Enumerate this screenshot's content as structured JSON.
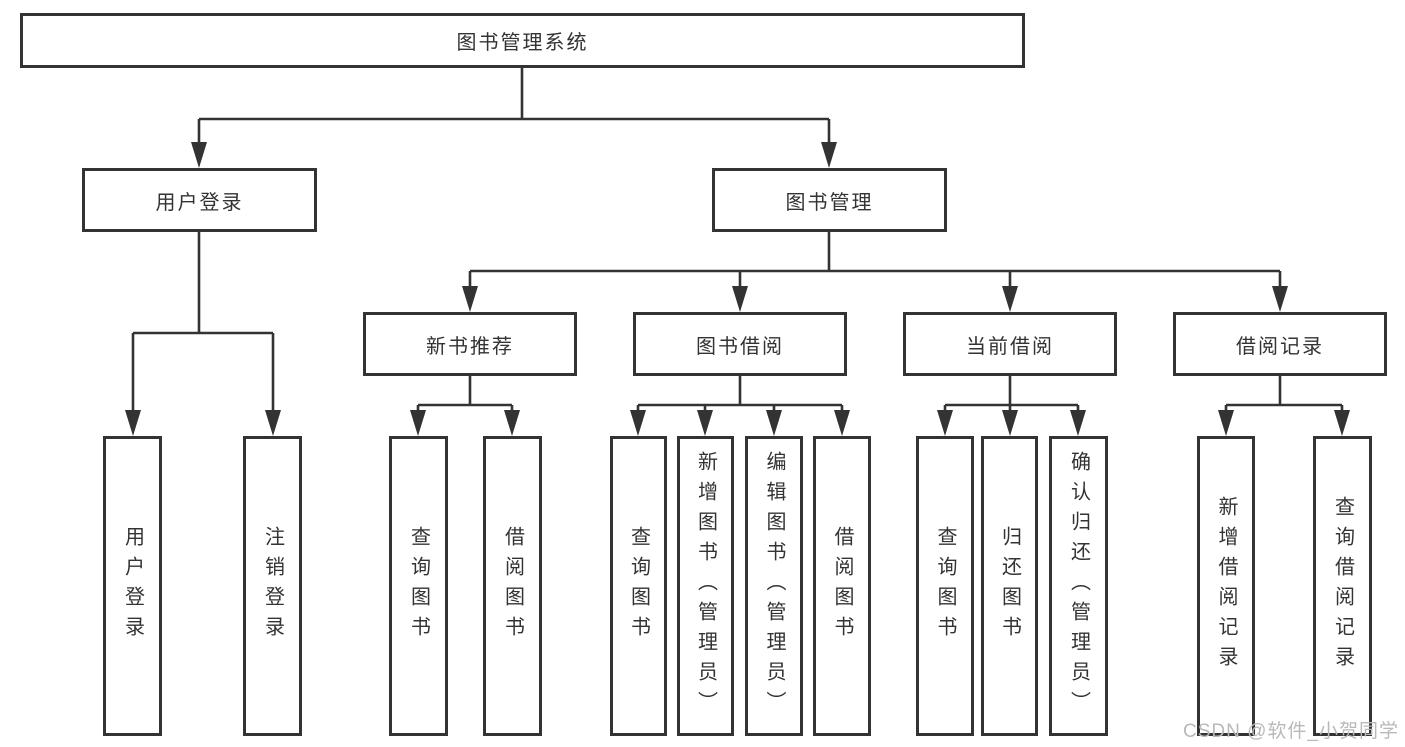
{
  "diagram": {
    "root": {
      "label": "图书管理系统"
    },
    "level2": [
      {
        "label": "用户登录"
      },
      {
        "label": "图书管理"
      }
    ],
    "level3": [
      {
        "label": "新书推荐"
      },
      {
        "label": "图书借阅"
      },
      {
        "label": "当前借阅"
      },
      {
        "label": "借阅记录"
      }
    ],
    "leaves": [
      "用户登录",
      "注销登录",
      "查询图书",
      "借阅图书",
      "查询图书",
      "新增图书（管理员）",
      "编辑图书（管理员）",
      "借阅图书",
      "查询图书",
      "归还图书",
      "确认归还（管理员）",
      "新增借阅记录",
      "查询借阅记录"
    ]
  },
  "watermark": {
    "text": "CSDN @软件_小贺同学"
  },
  "colors": {
    "line": "#333333",
    "text": "#333333",
    "watermark": "#b9b9b9",
    "background": "#ffffff"
  }
}
